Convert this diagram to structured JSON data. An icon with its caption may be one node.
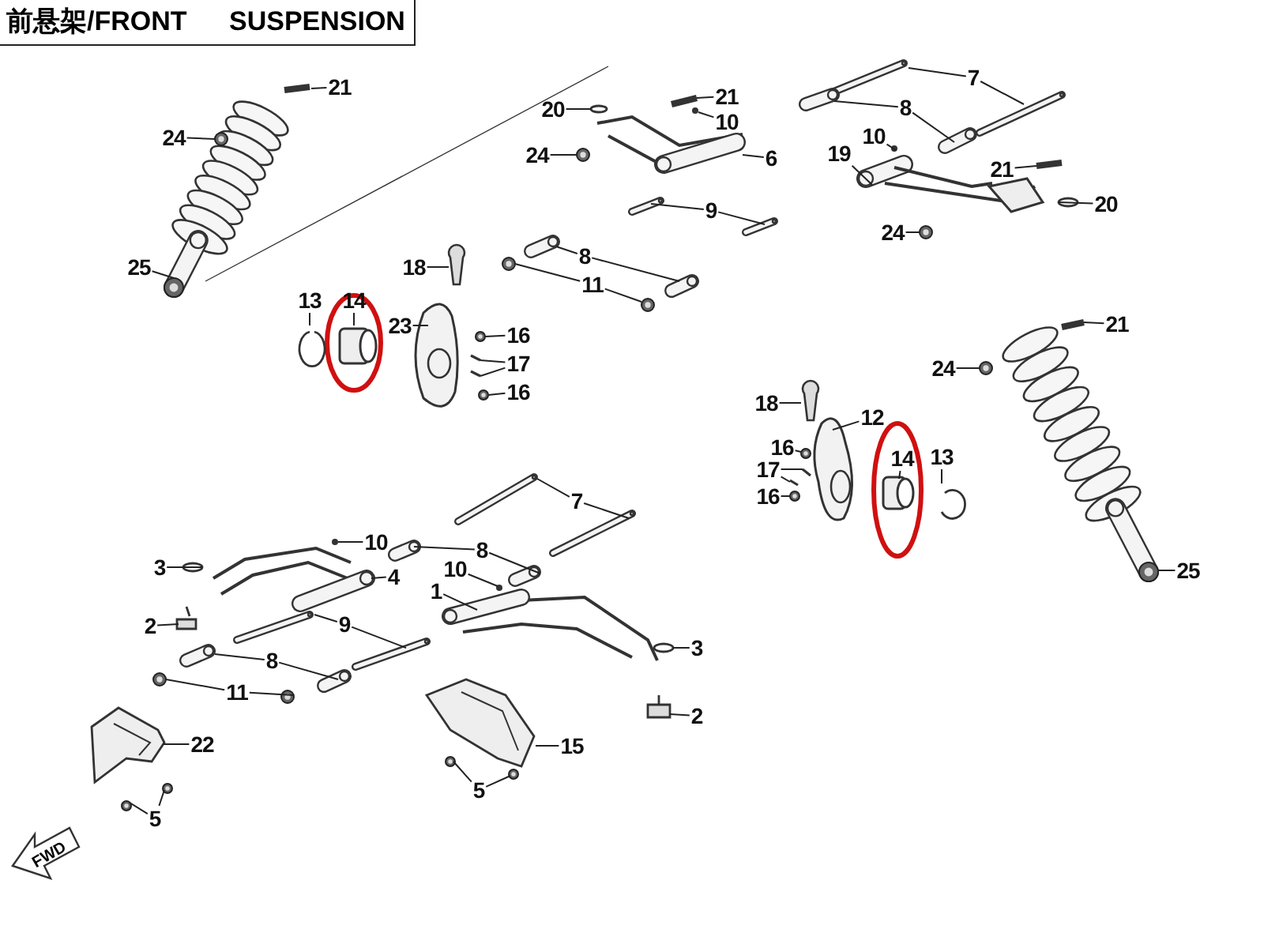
{
  "diagram": {
    "title": "前悬架/FRONT SUSPENSION",
    "nodes": [
      {
        "text": [
          "21"
        ]
      },
      {
        "text": [
          "24"
        ]
      },
      {
        "text": [
          "25"
        ]
      },
      {
        "text": [
          "13"
        ]
      },
      {
        "text": [
          "14"
        ]
      },
      {
        "text": [
          "23"
        ]
      },
      {
        "text": [
          "16"
        ]
      },
      {
        "text": [
          "17"
        ]
      },
      {
        "text": [
          "16"
        ]
      },
      {
        "text": [
          "18"
        ]
      },
      {
        "text": [
          "20"
        ]
      },
      {
        "text": [
          "24"
        ]
      },
      {
        "text": [
          "21"
        ]
      },
      {
        "text": [
          "10"
        ]
      },
      {
        "text": [
          "6"
        ]
      },
      {
        "text": [
          "7"
        ]
      },
      {
        "text": [
          "8"
        ]
      },
      {
        "text": [
          "10"
        ]
      },
      {
        "text": [
          "19"
        ]
      },
      {
        "text": [
          "21"
        ]
      },
      {
        "text": [
          "20"
        ]
      },
      {
        "text": [
          "24"
        ]
      },
      {
        "text": [
          "9"
        ]
      },
      {
        "text": [
          "8"
        ]
      },
      {
        "text": [
          "11"
        ]
      },
      {
        "text": [
          "21"
        ]
      },
      {
        "text": [
          "24"
        ]
      },
      {
        "text": [
          "18"
        ]
      },
      {
        "text": [
          "12"
        ]
      },
      {
        "text": [
          "16"
        ]
      },
      {
        "text": [
          "17"
        ]
      },
      {
        "text": [
          "16"
        ]
      },
      {
        "text": [
          "14"
        ]
      },
      {
        "text": [
          "13"
        ]
      },
      {
        "text": [
          "25"
        ]
      },
      {
        "text": [
          "7"
        ]
      },
      {
        "text": [
          "10"
        ]
      },
      {
        "text": [
          "8"
        ]
      },
      {
        "text": [
          "10"
        ]
      },
      {
        "text": [
          "4"
        ]
      },
      {
        "text": [
          "3"
        ]
      },
      {
        "text": [
          "1"
        ]
      },
      {
        "text": [
          "2"
        ]
      },
      {
        "text": [
          "9"
        ]
      },
      {
        "text": [
          "8"
        ]
      },
      {
        "text": [
          "3"
        ]
      },
      {
        "text": [
          "11"
        ]
      },
      {
        "text": [
          "2"
        ]
      },
      {
        "text": [
          "22"
        ]
      },
      {
        "text": [
          "15"
        ]
      },
      {
        "text": [
          "5"
        ]
      },
      {
        "text": [
          "5"
        ]
      },
      {
        "text": [],
        "shape": "bar"
      },
      {
        "text": [],
        "shape": "circle"
      },
      {
        "text": [],
        "shape": "circle"
      },
      {
        "text": [],
        "shape": "circle"
      },
      {
        "text": [],
        "shape": "cylinder"
      },
      {
        "text": [],
        "shape": "picture"
      },
      {
        "text": [],
        "shape": "circle"
      },
      {
        "text": [],
        "shape": "bar"
      },
      {
        "text": [],
        "shape": "bar"
      },
      {
        "text": [],
        "shape": "circle"
      },
      {
        "text": [],
        "shape": "picture"
      },
      {
        "text": [],
        "shape": "circle"
      },
      {
        "text": [],
        "shape": "circle"
      },
      {
        "text": [],
        "shape": "bar"
      },
      {
        "text": [],
        "shape": "circle"
      },
      {
        "text": [],
        "shape": "picture"
      },
      {
        "text": [],
        "shape": "cylinder"
      },
      {
        "text": [],
        "shape": "cylinder"
      },
      {
        "text": [],
        "shape": "cylinder"
      },
      {
        "text": [],
        "shape": "cylinder"
      },
      {
        "text": [],
        "shape": "circle"
      },
      {
        "text": [],
        "shape": "picture"
      },
      {
        "text": [],
        "shape": "bar"
      },
      {
        "text": [],
        "shape": "circle"
      },
      {
        "text": [],
        "shape": "circle"
      },
      {
        "text": [],
        "shape": "cylinder"
      },
      {
        "text": [],
        "shape": "cylinder"
      },
      {
        "text": [],
        "shape": "cylinder"
      },
      {
        "text": [],
        "shape": "cylinder"
      },
      {
        "text": [],
        "shape": "circle"
      },
      {
        "text": [],
        "shape": "circle"
      },
      {
        "text": [],
        "shape": "bar"
      },
      {
        "text": [],
        "shape": "circle"
      },
      {
        "text": [],
        "shape": "picture"
      },
      {
        "text": [],
        "shape": "picture"
      },
      {
        "text": [],
        "shape": "circle"
      },
      {
        "text": [],
        "shape": "bar"
      },
      {
        "text": [],
        "shape": "bar"
      },
      {
        "text": [],
        "shape": "circle"
      },
      {
        "text": [],
        "shape": "cylinder"
      },
      {
        "text": [],
        "shape": "circle"
      },
      {
        "text": [],
        "shape": "circle"
      },
      {
        "text": [],
        "shape": "cylinder"
      },
      {
        "text": [],
        "shape": "cylinder"
      },
      {
        "text": [],
        "shape": "circle"
      },
      {
        "text": [],
        "shape": "cylinder"
      },
      {
        "text": [],
        "shape": "cylinder"
      },
      {
        "text": [],
        "shape": "circle"
      },
      {
        "text": [],
        "shape": "picture"
      },
      {
        "text": [],
        "shape": "circle"
      },
      {
        "text": [],
        "shape": "picture"
      },
      {
        "text": [],
        "shape": "picture"
      },
      {
        "text": [],
        "shape": "cylinder"
      },
      {
        "text": [],
        "shape": "cylinder"
      },
      {
        "text": [],
        "shape": "cylinder"
      },
      {
        "text": [],
        "shape": "cylinder"
      },
      {
        "text": [],
        "shape": "circle"
      },
      {
        "text": [],
        "shape": "circle"
      },
      {
        "text": [],
        "shape": "circle"
      },
      {
        "text": [],
        "shape": "picture"
      },
      {
        "text": [],
        "shape": "picture"
      },
      {
        "text": [],
        "shape": "picture"
      },
      {
        "text": [],
        "shape": "circle"
      },
      {
        "text": [],
        "shape": "circle"
      },
      {
        "text": [],
        "shape": "circle"
      },
      {
        "text": [],
        "shape": "circle"
      }
    ],
    "edges": [
      {
        "from": 0,
        "to": 52,
        "arrow": "none"
      },
      {
        "from": 1,
        "to": 53,
        "arrow": "none"
      },
      {
        "from": 2,
        "to": 54,
        "arrow": "none"
      },
      {
        "from": 3,
        "to": 55,
        "arrow": "none"
      },
      {
        "from": 4,
        "to": 56,
        "arrow": "none"
      },
      {
        "from": 5,
        "to": 57,
        "arrow": "none"
      },
      {
        "from": 6,
        "to": 58,
        "arrow": "none"
      },
      {
        "from": 7,
        "to": 59,
        "arrow": "none"
      },
      {
        "from": 7,
        "to": 60,
        "arrow": "none"
      },
      {
        "from": 8,
        "to": 61,
        "arrow": "none"
      },
      {
        "from": 9,
        "to": 62,
        "arrow": "none"
      },
      {
        "from": 10,
        "to": 63,
        "arrow": "none"
      },
      {
        "from": 11,
        "to": 64,
        "arrow": "none"
      },
      {
        "from": 12,
        "to": 65,
        "arrow": "none"
      },
      {
        "from": 13,
        "to": 66,
        "arrow": "none"
      },
      {
        "from": 14,
        "to": 67,
        "arrow": "none"
      },
      {
        "from": 15,
        "to": 68,
        "arrow": "none"
      },
      {
        "from": 15,
        "to": 69,
        "arrow": "none"
      },
      {
        "from": 16,
        "to": 70,
        "arrow": "none"
      },
      {
        "from": 16,
        "to": 71,
        "arrow": "none"
      },
      {
        "from": 17,
        "to": 72,
        "arrow": "none"
      },
      {
        "from": 18,
        "to": 73,
        "arrow": "none"
      },
      {
        "from": 19,
        "to": 74,
        "arrow": "none"
      },
      {
        "from": 20,
        "to": 75,
        "arrow": "none"
      },
      {
        "from": 21,
        "to": 76,
        "arrow": "none"
      },
      {
        "from": 22,
        "to": 77,
        "arrow": "none"
      },
      {
        "from": 22,
        "to": 78,
        "arrow": "none"
      },
      {
        "from": 23,
        "to": 79,
        "arrow": "none"
      },
      {
        "from": 23,
        "to": 80,
        "arrow": "none"
      },
      {
        "from": 24,
        "to": 81,
        "arrow": "none"
      },
      {
        "from": 24,
        "to": 82,
        "arrow": "none"
      },
      {
        "from": 25,
        "to": 83,
        "arrow": "none"
      },
      {
        "from": 26,
        "to": 84,
        "arrow": "none"
      },
      {
        "from": 27,
        "to": 85,
        "arrow": "none"
      },
      {
        "from": 28,
        "to": 86,
        "arrow": "none"
      },
      {
        "from": 29,
        "to": 87,
        "arrow": "none"
      },
      {
        "from": 30,
        "to": 88,
        "arrow": "none"
      },
      {
        "from": 30,
        "to": 89,
        "arrow": "none"
      },
      {
        "from": 31,
        "to": 90,
        "arrow": "none"
      },
      {
        "from": 32,
        "to": 91,
        "arrow": "none"
      },
      {
        "from": 33,
        "to": 92,
        "arrow": "none"
      },
      {
        "from": 34,
        "to": 93,
        "arrow": "none"
      },
      {
        "from": 35,
        "to": 94,
        "arrow": "none"
      },
      {
        "from": 35,
        "to": 95,
        "arrow": "none"
      },
      {
        "from": 36,
        "to": 96,
        "arrow": "none"
      },
      {
        "from": 37,
        "to": 97,
        "arrow": "none"
      },
      {
        "from": 37,
        "to": 98,
        "arrow": "none"
      },
      {
        "from": 38,
        "to": 99,
        "arrow": "none"
      },
      {
        "from": 39,
        "to": 100,
        "arrow": "none"
      },
      {
        "from": 40,
        "to": 101,
        "arrow": "none"
      },
      {
        "from": 41,
        "to": 102,
        "arrow": "none"
      },
      {
        "from": 42,
        "to": 103,
        "arrow": "none"
      },
      {
        "from": 43,
        "to": 104,
        "arrow": "none"
      },
      {
        "from": 43,
        "to": 105,
        "arrow": "none"
      },
      {
        "from": 44,
        "to": 106,
        "arrow": "none"
      },
      {
        "from": 44,
        "to": 107,
        "arrow": "none"
      },
      {
        "from": 45,
        "to": 108,
        "arrow": "none"
      },
      {
        "from": 46,
        "to": 109,
        "arrow": "none"
      },
      {
        "from": 46,
        "to": 110,
        "arrow": "none"
      },
      {
        "from": 47,
        "to": 111,
        "arrow": "none"
      },
      {
        "from": 48,
        "to": 112,
        "arrow": "none"
      },
      {
        "from": 49,
        "to": 113,
        "arrow": "none"
      },
      {
        "from": 50,
        "to": 114,
        "arrow": "none"
      },
      {
        "from": 50,
        "to": 115,
        "arrow": "none"
      },
      {
        "from": 51,
        "to": 116,
        "arrow": "none"
      },
      {
        "from": 51,
        "to": 117,
        "arrow": "none"
      }
    ],
    "labels": [
      "FWD"
    ]
  }
}
